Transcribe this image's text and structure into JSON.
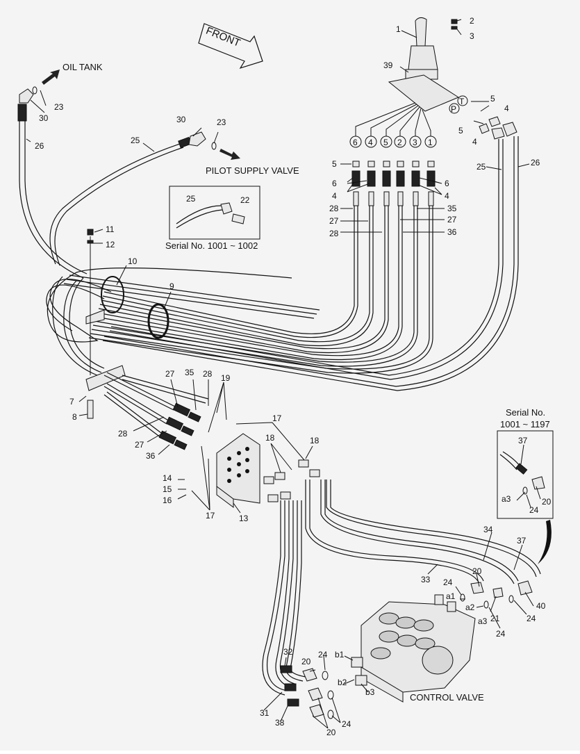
{
  "labels": {
    "front": "FRONT",
    "oil_tank": "OIL TANK",
    "pilot_supply_valve": "PILOT SUPPLY VALVE",
    "control_valve": "CONTROL VALVE",
    "serial_a": "Serial No. 1001 ~ 1002",
    "serial_b_line1": "Serial No.",
    "serial_b_line2": "1001 ~ 1197"
  },
  "port_circles": [
    "6",
    "4",
    "5",
    "2",
    "3",
    "1"
  ],
  "port_T": "T",
  "port_P": "P",
  "ports": {
    "a1": "a1",
    "a2": "a2",
    "a3": "a3",
    "a3b": "a3",
    "b1": "b1",
    "b2": "b2",
    "b3": "b3"
  },
  "callouts": {
    "c1": "1",
    "c2": "2",
    "c3": "3",
    "c39": "39",
    "c4a": "4",
    "c4b": "4",
    "c4c": "4",
    "c4d": "4",
    "c5a": "5",
    "c5b": "5",
    "c5c": "5",
    "c6a": "6",
    "c6b": "6",
    "c23a": "23",
    "c30a": "30",
    "c26a": "26",
    "c30b": "30",
    "c23b": "23",
    "c25a": "25",
    "c25b": "25",
    "c22": "22",
    "c25c": "25",
    "c26b": "26",
    "c28a": "28",
    "c27a": "27",
    "c28b": "28",
    "c35a": "35",
    "c27b": "27",
    "c36a": "36",
    "c11": "11",
    "c12": "12",
    "c10": "10",
    "c9": "9",
    "c7": "7",
    "c8": "8",
    "c27c": "27",
    "c35b": "35",
    "c28c": "28",
    "c19": "19",
    "c17a": "17",
    "c18a": "18",
    "c18b": "18",
    "c28d": "28",
    "c27d": "27",
    "c36b": "36",
    "c14": "14",
    "c15": "15",
    "c16": "16",
    "c17b": "17",
    "c13": "13",
    "c37a": "37",
    "c20a": "20",
    "c24a": "24",
    "c34": "34",
    "c37b": "37",
    "c33": "33",
    "c24b": "24",
    "c20b": "20",
    "c21": "21",
    "c24c": "24",
    "c40": "40",
    "c24d": "24",
    "c32": "32",
    "c24e": "24",
    "c20c": "20",
    "c31": "31",
    "c38": "38",
    "c20d": "20",
    "c24f": "24"
  }
}
